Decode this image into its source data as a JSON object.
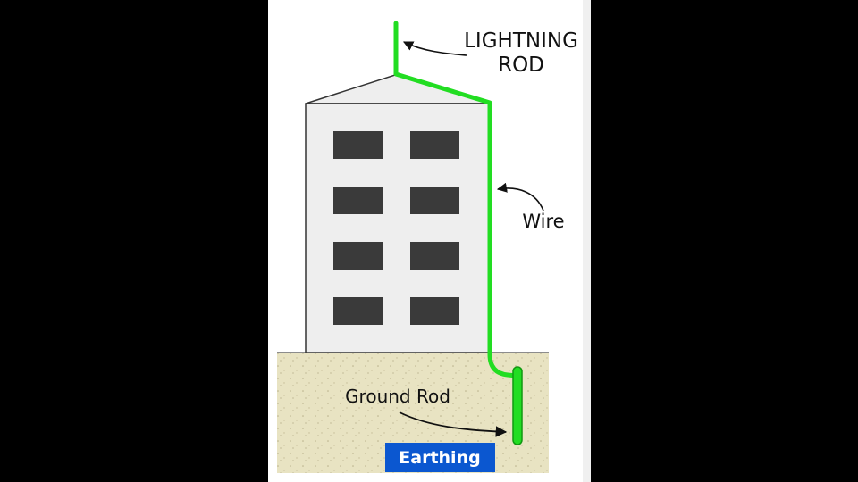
{
  "labels": {
    "lightning_line1": "LIGHTNING",
    "lightning_line2": "ROD",
    "wire": "Wire",
    "ground_rod": "Ground Rod",
    "earthing": "Earthing"
  },
  "colors": {
    "background": "#000000",
    "panel": "#ffffff",
    "rod_wire": "#22dd22",
    "building": "#eeeeee",
    "window": "#3a3a3a",
    "soil": "#e8e3c2",
    "badge": "#0b57d0"
  }
}
